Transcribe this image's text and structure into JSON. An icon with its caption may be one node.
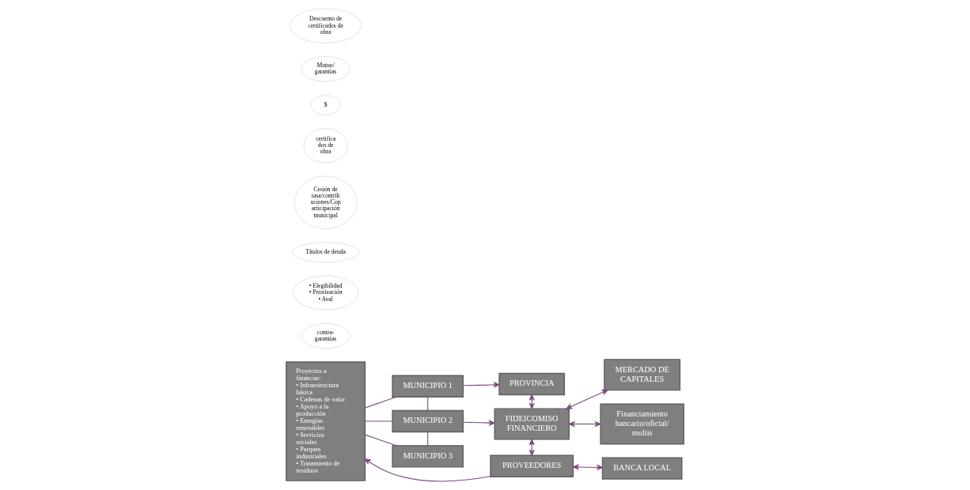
{
  "diagram": {
    "nodes": [
      {
        "text": [
          "Proyectos a financiar:",
          "• Infraestructura básica",
          "• Cadenas de valor",
          "• Apoyo a la producción",
          "• Energías renovables",
          "• Servicios sociales",
          "• Parques industriales",
          "• Tratamiento de residuos"
        ]
      },
      {
        "text": [
          "MUNICIPIO 1"
        ]
      },
      {
        "text": [
          "MUNICIPIO 2"
        ]
      },
      {
        "text": [
          "MUNICIPIO 3"
        ]
      },
      {
        "text": [
          "contra- garantías"
        ]
      },
      {
        "text": [
          "PROVINCIA"
        ]
      },
      {
        "text": [
          "• Elegibilidad",
          "• Priorización",
          "• Aval"
        ]
      },
      {
        "text": [
          "Títulos de deuda"
        ]
      },
      {
        "text": [
          "MERCADO DE CAPITALES"
        ]
      },
      {
        "text": [
          "FIDEICOMISO FINANCIERO"
        ]
      },
      {
        "text": [
          "Cesión de tasa/contrib uciones/Cop articipación municipal"
        ]
      },
      {
        "text": [
          "certifica dos de obra"
        ]
      },
      {
        "text": [
          "$"
        ]
      },
      {
        "text": [
          "Mutuo/ garantías"
        ]
      },
      {
        "text": [
          "Financiamiento bancario/oficial/ multis"
        ]
      },
      {
        "text": [
          "PROVEEDORES"
        ]
      },
      {
        "text": [
          "Descuento de certificados de obra"
        ]
      },
      {
        "text": [
          "BANCA LOCAL"
        ]
      }
    ],
    "edges": [
      {
        "from": 0,
        "to": 1,
        "arrow": "none"
      },
      {
        "from": 0,
        "to": 2,
        "arrow": "none"
      },
      {
        "from": 0,
        "to": 3,
        "arrow": "none"
      },
      {
        "from": 1,
        "to": 2,
        "arrow": "none"
      },
      {
        "from": 2,
        "to": 3,
        "arrow": "none"
      },
      {
        "from": 1,
        "to": 5,
        "arrow": "to"
      },
      {
        "from": 2,
        "to": 9,
        "arrow": "to"
      },
      {
        "from": 5,
        "to": 9,
        "arrow": "both"
      },
      {
        "from": 9,
        "to": 8,
        "arrow": "both"
      },
      {
        "from": 9,
        "to": 14,
        "arrow": "both"
      },
      {
        "from": 9,
        "to": 15,
        "arrow": "both"
      },
      {
        "from": 15,
        "to": 0,
        "arrow": "to"
      },
      {
        "from": 15,
        "to": 17,
        "arrow": "both"
      }
    ]
  }
}
